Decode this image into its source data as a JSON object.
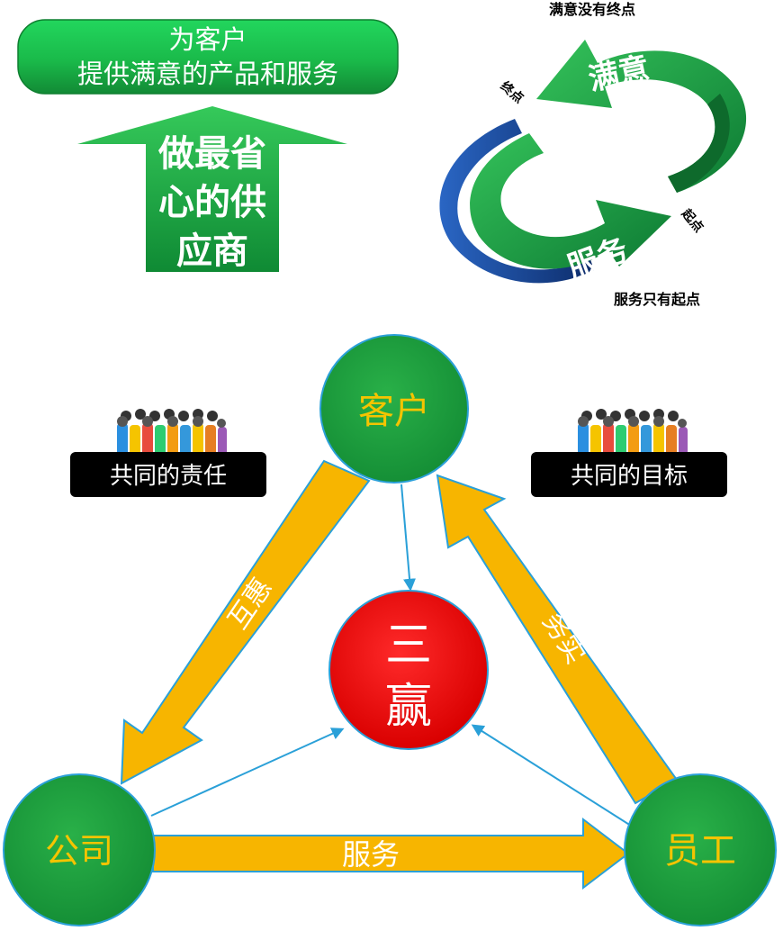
{
  "banner": {
    "line1": "为客户",
    "line2": "提供满意的产品和服务"
  },
  "up_arrow": {
    "lines": [
      "做最省",
      "心的供",
      "应商"
    ]
  },
  "cycle": {
    "top_caption": "满意没有终点",
    "bottom_caption": "服务只有起点",
    "satisfaction_label": "满意",
    "service_label": "服务",
    "end_label": "终点",
    "start_label": "起点"
  },
  "triangle": {
    "customer": "客户",
    "company": "公司",
    "employee": "员工",
    "center_line1": "三",
    "center_line2": "赢",
    "arrow_left_label": "互惠",
    "arrow_right_label": "务实",
    "arrow_bottom_label": "服务",
    "shared_responsibility": "共同的责任",
    "shared_goal": "共同的目标"
  },
  "colors": {
    "green": "#1e9a3c",
    "light_green": "#2ecc58",
    "orange": "#f7b500",
    "red": "#ee1111",
    "yellow_text": "#f5c400",
    "blue_line": "#2aa0d8",
    "dark_blue": "#1c3f8c"
  }
}
